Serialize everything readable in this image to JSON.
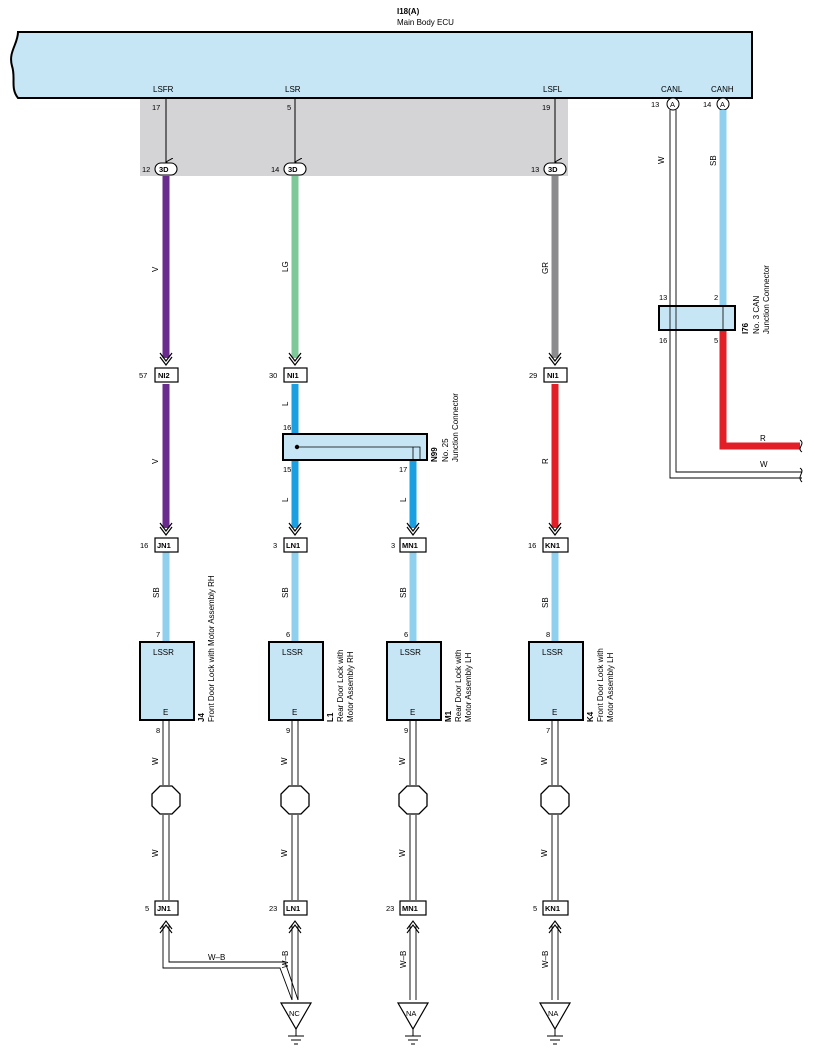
{
  "ecu": {
    "code": "I18(A)",
    "name": "Main Body ECU",
    "pins": [
      {
        "name": "LSFR",
        "num": "17"
      },
      {
        "name": "LSR",
        "num": "5"
      },
      {
        "name": "LSFL",
        "num": "19"
      },
      {
        "name": "CANL",
        "num": "13",
        "conn": "A"
      },
      {
        "name": "CANH",
        "num": "14",
        "conn": "A"
      }
    ]
  },
  "connector_3d": {
    "label": "3D",
    "pins": [
      "12",
      "14",
      "13"
    ]
  },
  "wires": {
    "lsfr_upper": "V",
    "lsr_upper": "LG",
    "lsfl_upper": "GR",
    "canl": "W",
    "canh": "SB",
    "lsfr_mid": "V",
    "lsr_mid_top": "L",
    "lsr_mid_bottom": "L",
    "n99_out": "L",
    "lsfl_mid": "R",
    "sb_1": "SB",
    "sb_2": "SB",
    "sb_3": "SB",
    "sb_4": "SB",
    "w_upper": [
      "W",
      "W",
      "W",
      "W"
    ],
    "w_lower": [
      "W",
      "W",
      "W",
      "W"
    ],
    "can_out_r": "R",
    "can_out_w": "W",
    "gnd_wb_horizontal": "W–B",
    "gnd_wb": [
      "W–B",
      "W–B",
      "W–B"
    ]
  },
  "ni_connectors": [
    {
      "label": "NI2",
      "pin": "57"
    },
    {
      "label": "NI1",
      "pin": "30"
    },
    {
      "label": "NI1",
      "pin": "29"
    }
  ],
  "junction_n99": {
    "code": "N99",
    "name1": "No. 25",
    "name2": "Junction Connector",
    "pins": {
      "top": "16",
      "bottom": "15",
      "right": "17"
    }
  },
  "junction_i76": {
    "code": "I76",
    "name1": "No. 3 CAN",
    "name2": "Junction Connector",
    "pins": {
      "tl": "13",
      "tr": "2",
      "bl": "16",
      "br": "5"
    }
  },
  "switch_connectors": [
    {
      "label": "JN1",
      "pin": "16"
    },
    {
      "label": "LN1",
      "pin": "3"
    },
    {
      "label": "MN1",
      "pin": "3"
    },
    {
      "label": "KN1",
      "pin": "16"
    }
  ],
  "components": [
    {
      "code": "J4",
      "name1": "Front Door Lock with Motor Assembly RH",
      "name2": "",
      "top_label": "LSSR",
      "bottom_label": "E",
      "top_pin": "7",
      "bottom_pin": "8"
    },
    {
      "code": "L1",
      "name1": "Rear Door Lock with",
      "name2": "Motor Assembly RH",
      "top_label": "LSSR",
      "bottom_label": "E",
      "top_pin": "6",
      "bottom_pin": "9"
    },
    {
      "code": "M1",
      "name1": "Rear Door Lock with",
      "name2": "Motor Assembly LH",
      "top_label": "LSSR",
      "bottom_label": "E",
      "top_pin": "6",
      "bottom_pin": "9"
    },
    {
      "code": "K4",
      "name1": "Front Door Lock with",
      "name2": "Motor Assembly LH",
      "top_label": "LSSR",
      "bottom_label": "E",
      "top_pin": "8",
      "bottom_pin": "7"
    }
  ],
  "bottom_connectors": [
    {
      "label": "JN1",
      "pin": "5"
    },
    {
      "label": "LN1",
      "pin": "23"
    },
    {
      "label": "MN1",
      "pin": "23"
    },
    {
      "label": "KN1",
      "pin": "5"
    }
  ],
  "grounds": [
    "NC",
    "NA",
    "NA"
  ],
  "colors": {
    "ecu_fill": "#c6e6f6",
    "shaded_area": "#d4d4d6",
    "violet": "#6a2b8e",
    "light_green": "#7ec89a",
    "gray": "#8c8c8e",
    "blue": "#1a9fe0",
    "sky_blue": "#8fd0ee",
    "red": "#e21f26"
  }
}
